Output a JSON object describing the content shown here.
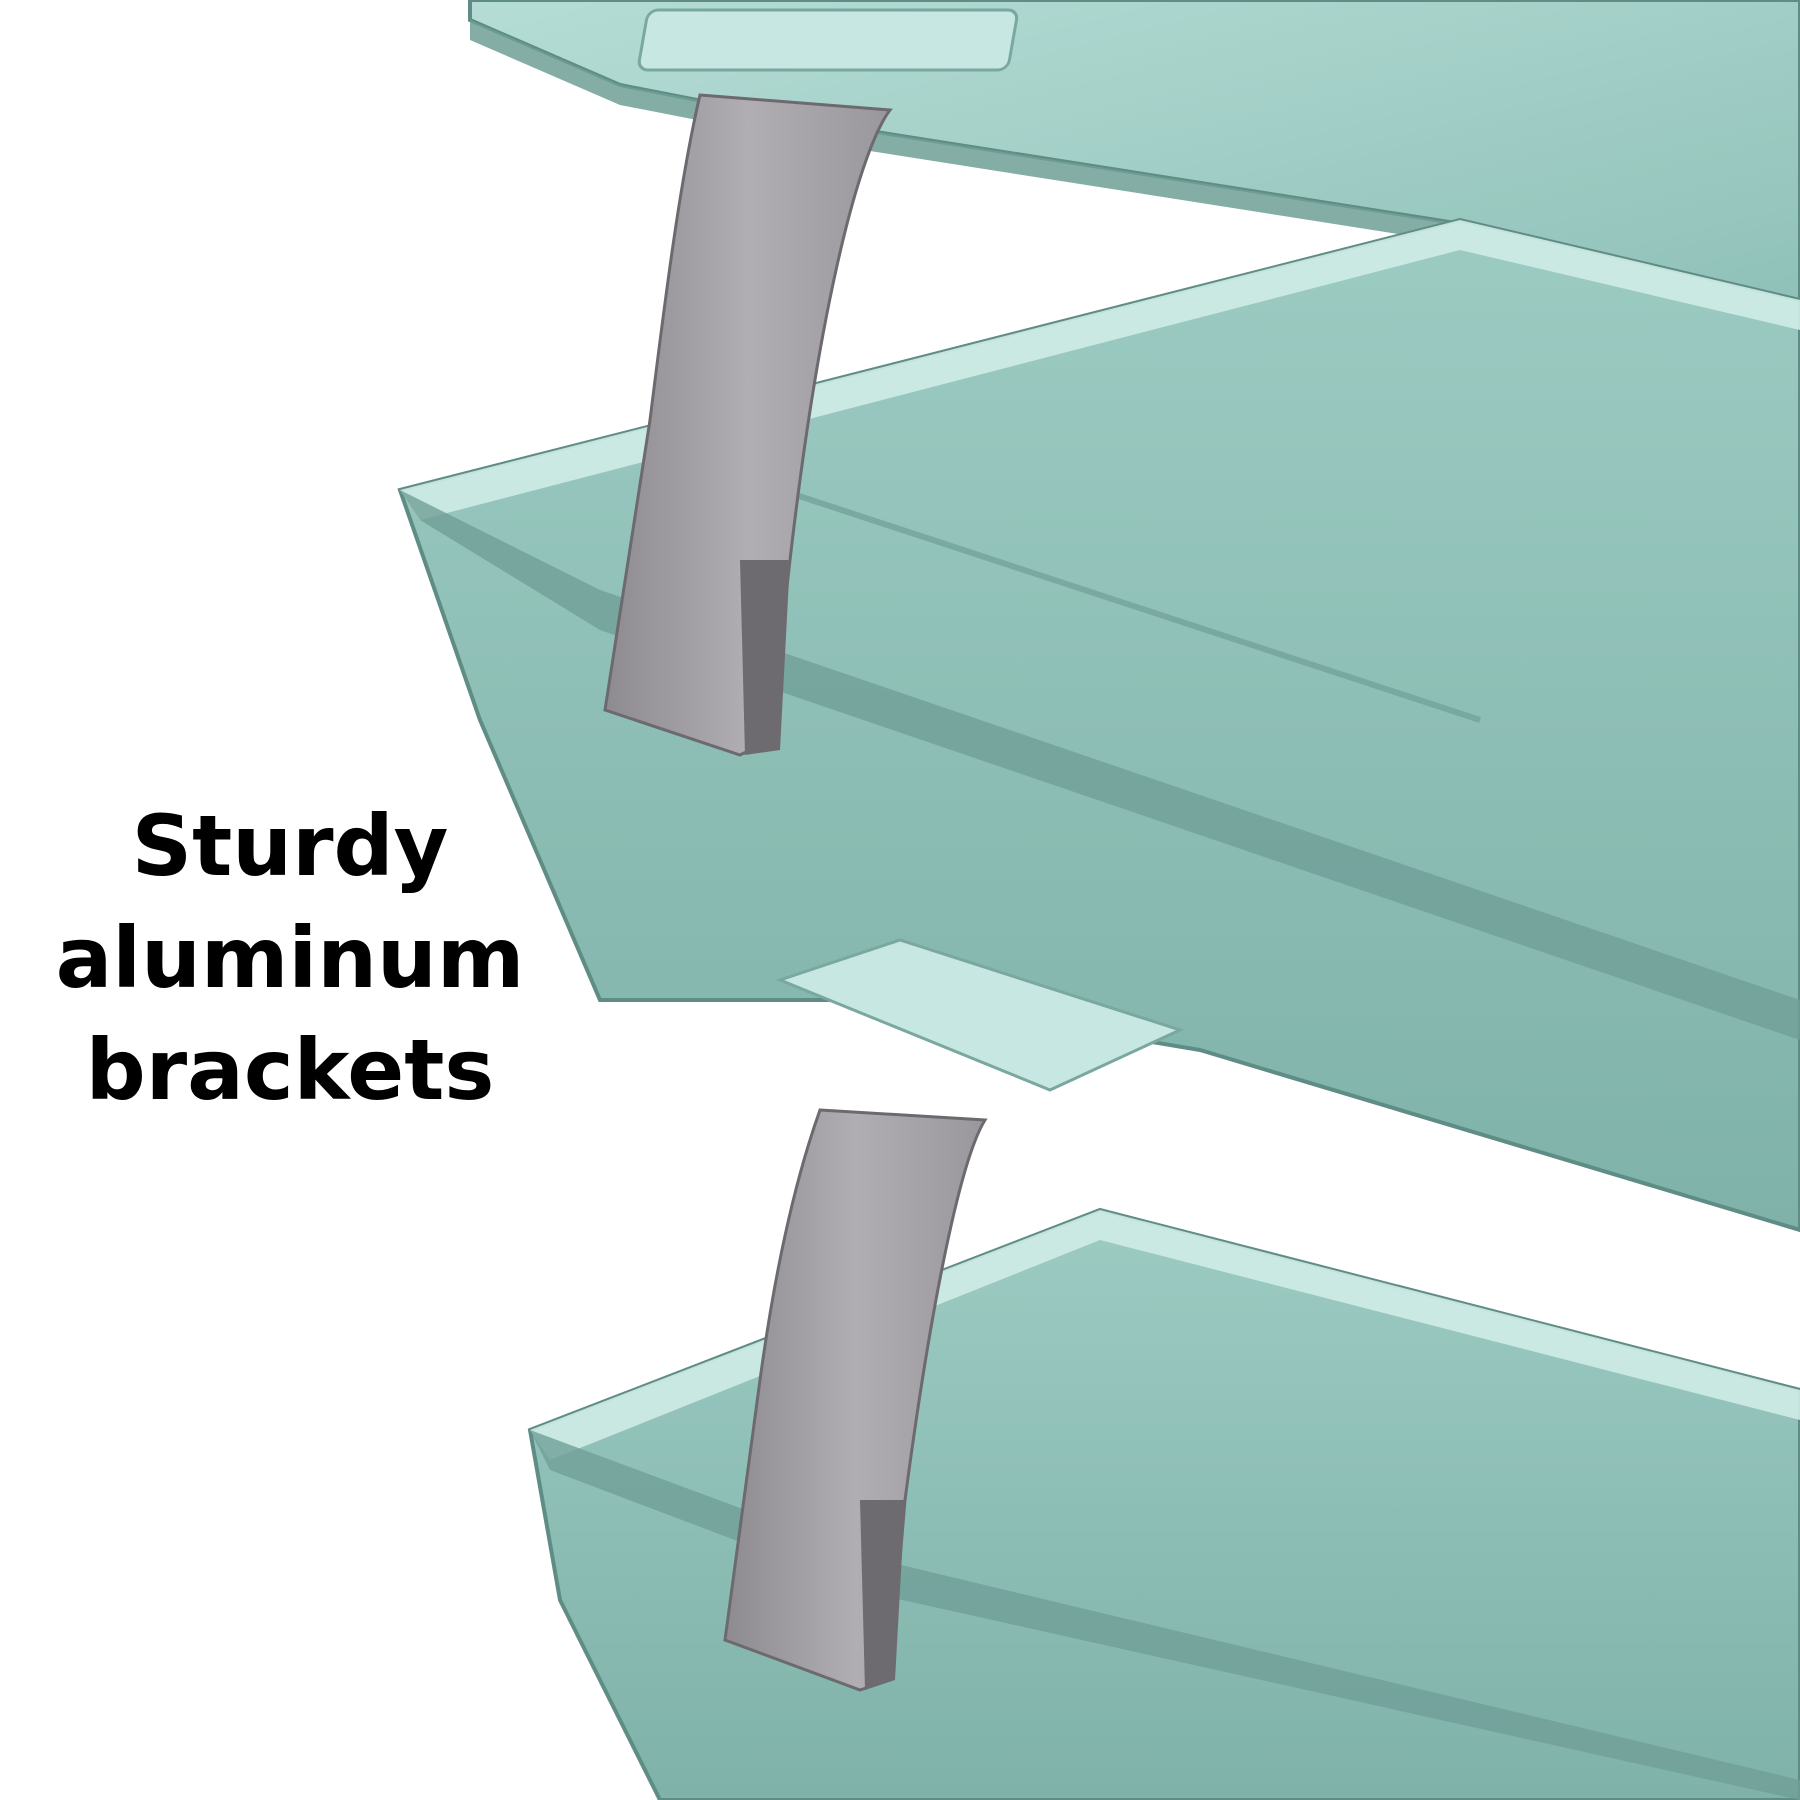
{
  "caption": {
    "line1": "Sturdy",
    "line2": "aluminum",
    "line3": "brackets"
  },
  "colors": {
    "background": "#ffffff",
    "tray_fill": "#9fcfc6",
    "tray_edge": "#5f8d86",
    "bracket": "#a3a0a6",
    "text": "#000000"
  }
}
